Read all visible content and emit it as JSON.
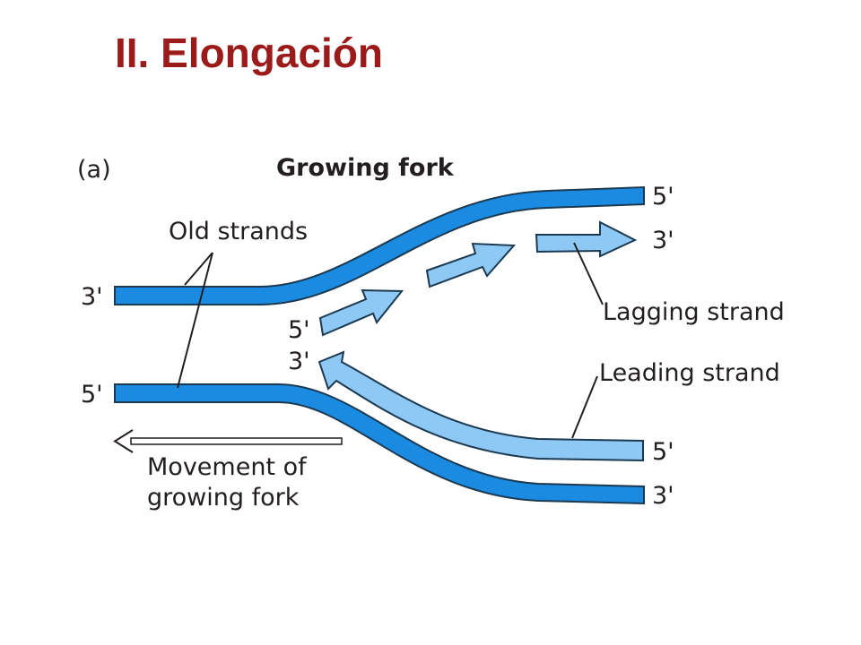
{
  "title": "II. Elongación",
  "colors": {
    "title": "#9b1b1b",
    "parental_strand": "#1a8be0",
    "new_strand": "#8ec8f4",
    "outline": "#1b3a52",
    "leader_line": "#231f20"
  },
  "diagram": {
    "panel_label": "(a)",
    "heading": "Growing fork",
    "labels": {
      "old_strands": "Old strands",
      "lagging_strand": "Lagging strand",
      "leading_strand": "Leading strand",
      "movement_line1": "Movement of",
      "movement_line2": "growing fork"
    },
    "ends": {
      "top_strand_left": "3'",
      "bottom_strand_left": "5'",
      "top_strand_right": "5'",
      "lagging_right": "3'",
      "lagging_left": "5'",
      "leading_left": "3'",
      "leading_right": "5'",
      "bottom_strand_right": "3'"
    },
    "icons": {
      "movement_arrow": "left-arrow-icon"
    }
  }
}
